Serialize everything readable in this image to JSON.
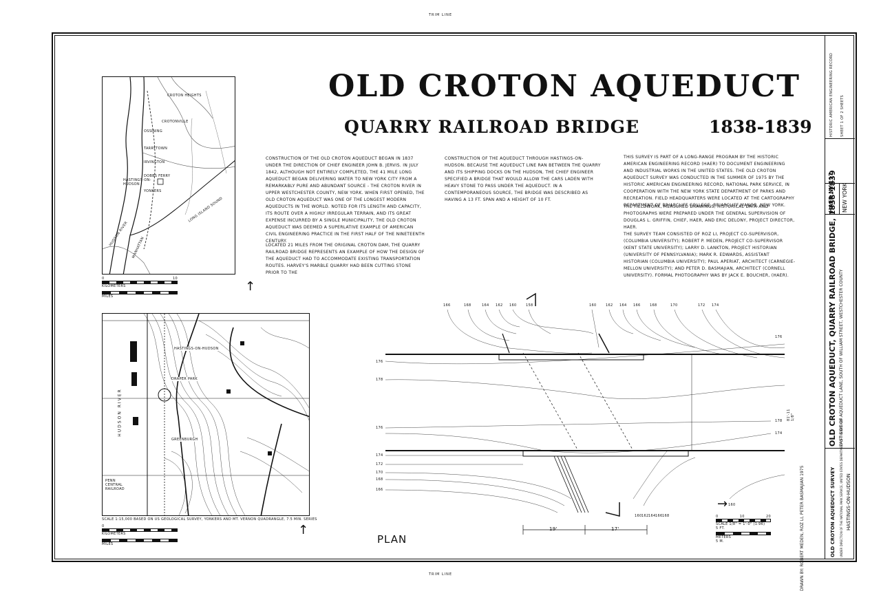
{
  "trim_top": "TRIM LINE",
  "trim_bottom": "TRIM LINE",
  "title": "OLD CROTON AQUEDUCT",
  "subtitle": "QUARRY RAILROAD BRIDGE",
  "years": "1838-1839",
  "para1": "Construction of the Old Croton Aqueduct began in 1837 under the direction of Chief Engineer John B. Jervis. In July 1842, although not entirely completed, the 41 mile long aqueduct began delivering water to New York City from a remarkably pure and abundant source - the Croton River in upper Westchester County, New York. When first opened, the Old Croton Aqueduct was one of the longest modern aqueducts in the world. Noted for its length and capacity, its route over a highly irregular terrain, and its great expense incurred by a single municipality, the Old Croton Aqueduct was deemed a superlative example of American civil engineering practice in the first half of the nineteenth century.",
  "para2": "Located 21 miles from the original Croton Dam, the Quarry Railroad Bridge represents an example of how the design of the aqueduct had to accommodate existing transportation routes. Harvey's marble quarry had been cutting stone prior to the",
  "para3": "construction of the aqueduct through Hastings-on-Hudson. Because the aqueduct line ran between the quarry and its shipping docks on the Hudson, the chief engineer specified a bridge that would allow the cars laden with heavy stone to pass under the aqueduct. In a contemporaneous source, the bridge was described as having a 13 ft. span and a height of 10 ft.",
  "para4": "This survey is part of a long-range program by the Historic American Engineering Record (HAER) to document engineering and industrial works in the United States. The Old Croton Aqueduct survey was conducted in the summer of 1975 by the Historic American Engineering Record, National Park Service, in cooperation with the New York State Department of Parks and Recreation. Field headquarters were located at the cartography department of Briarcliff College, Briarcliff Manor, New York.",
  "para5": "The fieldwork, measured drawings, historical data and photographs were prepared under the general supervision of Douglas L. Griffin, Chief, HAER, and Eric DeLony, project director, HAER.",
  "para6": "The survey team consisted of Roz Li, project co-supervisor, (Columbia University); Robert P. Meden, project co-supervisor (Kent State University); Larry D. Lankton, project historian (University of Pennsylvania); Mark R. Edwards, assistant historian (Columbia University); Paul Aperiat, architect (Carnegie-Mellon University); and Peter D. Basmajian, architect (Cornell University). Formal photography was by Jack E. Boucher, (HAER).",
  "map1": {
    "labels": [
      "CROTON HEIGHTS",
      "CROTONVILLE",
      "OSSINING",
      "TARRYTOWN",
      "IRVINGTON",
      "DOBBS FERRY",
      "HASTINGS-ON-HUDSON",
      "YONKERS",
      "LONG ISLAND SOUND",
      "HUDSON RIVER",
      "MANHATTAN"
    ],
    "scale_km": "KILOMETERS",
    "scale_mi": "MILES",
    "scale_0": "0",
    "scale_end": "10"
  },
  "map2": {
    "labels": [
      "HASTINGS-ON-HUDSON",
      "GREENBURGH",
      "DRAPER PARK",
      "HUDSON RIVER",
      "PENN CENTRAL RAILROAD"
    ],
    "scale_note": "SCALE 1:15,000   BASED ON US GEOLOGICAL SURVEY, YONKERS AND MT. VERNON QUADRANGLE, 7.5 MIN. SERIES",
    "scale_km": "KILOMETERS",
    "scale_mi": "MILES",
    "scale_0": "0"
  },
  "plan": {
    "title": "PLAN",
    "dim1": "19'",
    "dim2": "17'",
    "contours_left": [
      "176",
      "178",
      "176",
      "174",
      "172",
      "170",
      "168",
      "166"
    ],
    "contours_right": [
      "178",
      "174"
    ],
    "contours_top": [
      "166",
      "168",
      "164",
      "162",
      "160",
      "158",
      "160",
      "162",
      "164",
      "166",
      "168",
      "170",
      "172",
      "174",
      "176"
    ],
    "contours_bottom": [
      "160",
      "162",
      "164",
      "166",
      "168",
      "160"
    ],
    "side_dim": "81'-11 1/8\"",
    "scale_label": "SCALE 1/8\" = 1'-0\" (1:96)",
    "scale_ft": "5 FT.",
    "scale_m": "5 M.",
    "scale_meters": "METERS",
    "scale_0": "0",
    "scale_10": "10",
    "scale_20": "20"
  },
  "titleblock": {
    "sheet": "SHEET 1 OF 2 SHEETS",
    "haer_header": "HISTORIC AMERICAN ENGINEERING RECORD",
    "record_no": "HAER NY-117",
    "state": "NEW YORK",
    "drawing_title": "OLD CROTON AQUEDUCT, QUARRY RAILROAD BRIDGE, 1838-1839",
    "location": "EAST SIDE OF AQUEDUCT LANE, SOUTH OF WILLIAM STREET, WESTCHESTER COUNTY",
    "city": "HASTINGS-ON-HUDSON",
    "survey": "OLD CROTON AQUEDUCT SURVEY",
    "agency": "UNDER DIRECTION OF THE NATIONAL PARK SERVICE, UNITED STATES DEPARTMENT OF THE INTERIOR",
    "drawn_by": "DRAWN BY: ROBERT MEDEN, ROZ LI, PETER BASMAJIAN  1975"
  }
}
